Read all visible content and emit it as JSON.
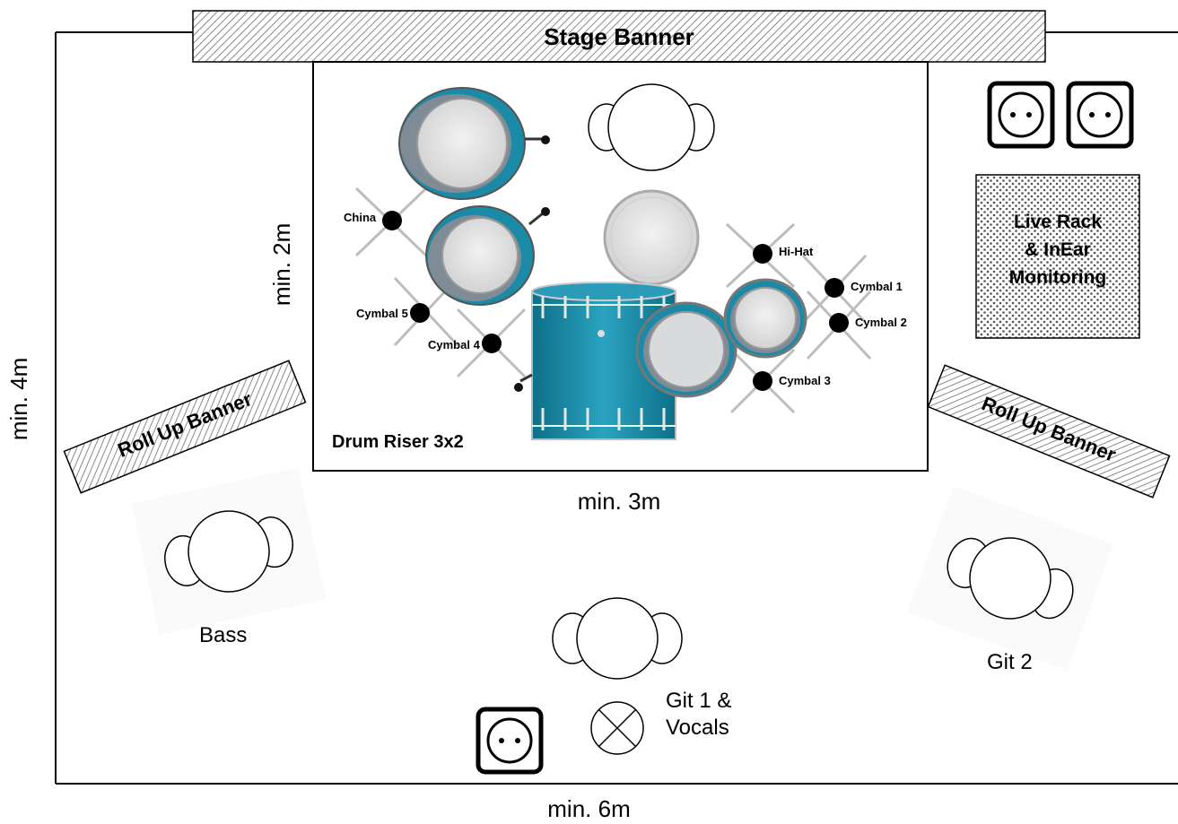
{
  "stage": {
    "dimension_bottom": "min. 6m",
    "dimension_left": "min. 4m",
    "banner_label": "Stage Banner"
  },
  "riser": {
    "label": "Drum Riser 3x2",
    "dimension_bottom": "min. 3m",
    "dimension_left": "min. 2m"
  },
  "cymbals": {
    "china": "China",
    "hihat": "Hi-Hat",
    "cymbal1": "Cymbal 1",
    "cymbal2": "Cymbal 2",
    "cymbal3": "Cymbal 3",
    "cymbal4": "Cymbal 4",
    "cymbal5": "Cymbal 5"
  },
  "roll_up": {
    "left": "Roll Up Banner",
    "right": "Roll Up Banner"
  },
  "rack": {
    "line1": "Live Rack",
    "line2": "& InEar",
    "line3": "Monitoring"
  },
  "positions": {
    "bass": "Bass",
    "git2": "Git 2",
    "git1_line1": "Git 1 &",
    "git1_line2": "Vocals"
  },
  "colors": {
    "drum_shell": "#1b8aa6",
    "drum_head": "#e6e6e6",
    "hatch": "#9a9a9a"
  }
}
